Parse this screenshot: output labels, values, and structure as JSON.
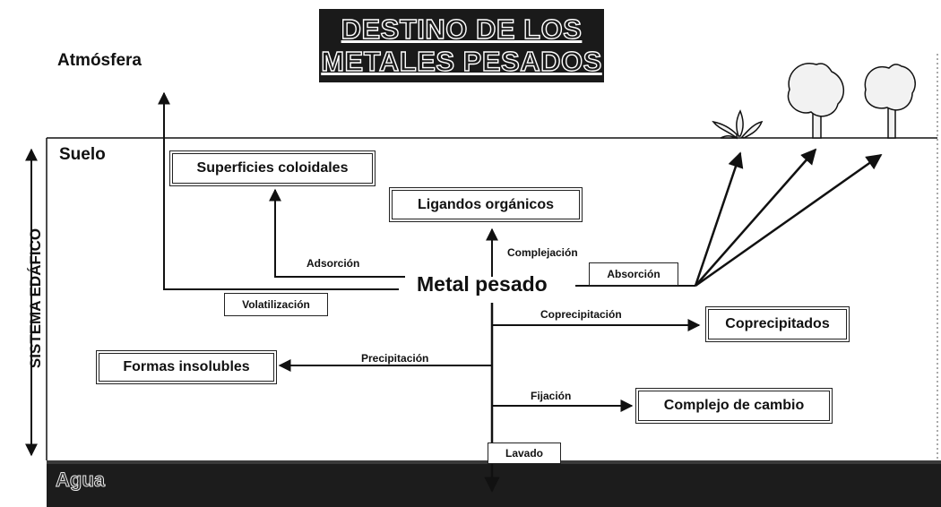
{
  "title": {
    "line1": "DESTINO DE LOS",
    "line2": "METALES PESADOS"
  },
  "zones": {
    "atmosphere": "Atmósfera",
    "soil": "Suelo",
    "water": "Agua",
    "system": "SISTEMA EDÁFICO"
  },
  "center": "Metal pesado",
  "boxes": {
    "colloids": "Superficies coloidales",
    "organic_ligands": "Ligandos orgánicos",
    "volatilization": "Volatilización",
    "absorption": "Absorción",
    "coprecipitates": "Coprecipitados",
    "insoluble": "Formas insolubles",
    "exchange": "Complejo de cambio",
    "leaching": "Lavado"
  },
  "processes": {
    "adsorption": "Adsorción",
    "complexation": "Complejación",
    "coprecipitation": "Coprecipitación",
    "precipitation": "Precipitación",
    "fixation": "Fijación"
  },
  "colors": {
    "ink": "#111111",
    "title_bg": "#1a1a1a",
    "water": "#1c1c1c",
    "plant": "#f2f2f2"
  }
}
